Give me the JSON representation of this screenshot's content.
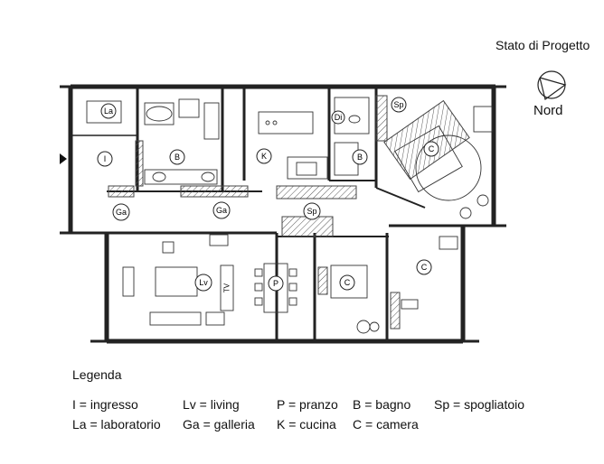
{
  "header": {
    "title": "Stato di Progetto"
  },
  "compass": {
    "label": "Nord",
    "icon": "north-arrow-icon"
  },
  "rooms": [
    {
      "code": "La"
    },
    {
      "code": "I"
    },
    {
      "code": "B"
    },
    {
      "code": "K"
    },
    {
      "code": "Di"
    },
    {
      "code": "B"
    },
    {
      "code": "Sp"
    },
    {
      "code": "C"
    },
    {
      "code": "Ga"
    },
    {
      "code": "Ga"
    },
    {
      "code": "Sp"
    },
    {
      "code": "Lv"
    },
    {
      "code": "TV"
    },
    {
      "code": "P"
    },
    {
      "code": "C"
    },
    {
      "code": "C"
    }
  ],
  "legend": {
    "title": "Legenda",
    "row1": [
      "I = ingresso",
      "Lv = living",
      "P = pranzo",
      "B = bagno",
      "Sp = spogliatoio"
    ],
    "row2": [
      "La = laboratorio",
      "Ga = galleria",
      "K = cucina",
      "C = camera"
    ]
  },
  "colors": {
    "wall": "#222222",
    "hatch": "#555555",
    "furniture": "#333333",
    "background": "#ffffff"
  }
}
